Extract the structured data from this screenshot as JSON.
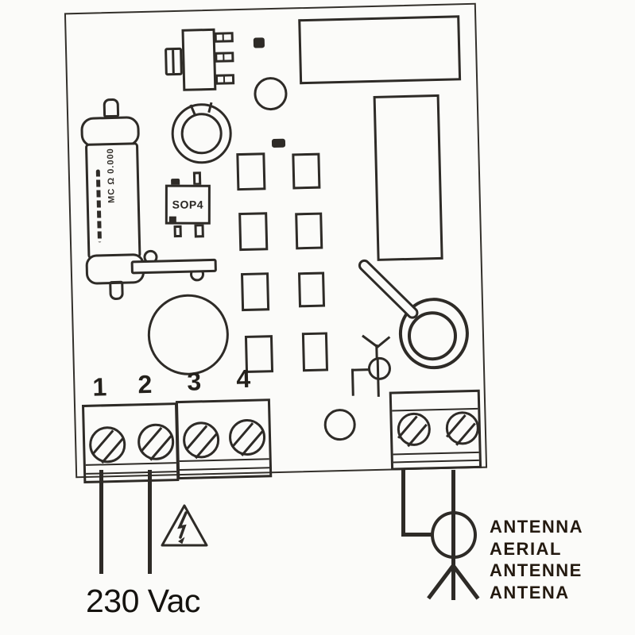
{
  "diagram": {
    "board": {
      "ic_label": "SOP4",
      "resistor_label": "MC Ω 0.000",
      "terminal_numbers": [
        "1",
        "2",
        "3",
        "4"
      ]
    },
    "labels": {
      "voltage": "230 Vac",
      "antenna": [
        "ANTENNA",
        "AERIAL",
        "ANTENNE",
        "ANTENA"
      ]
    },
    "colors": {
      "line": "#2e2b27",
      "label_text": "#241a10",
      "background": "#fbfbf9"
    }
  }
}
